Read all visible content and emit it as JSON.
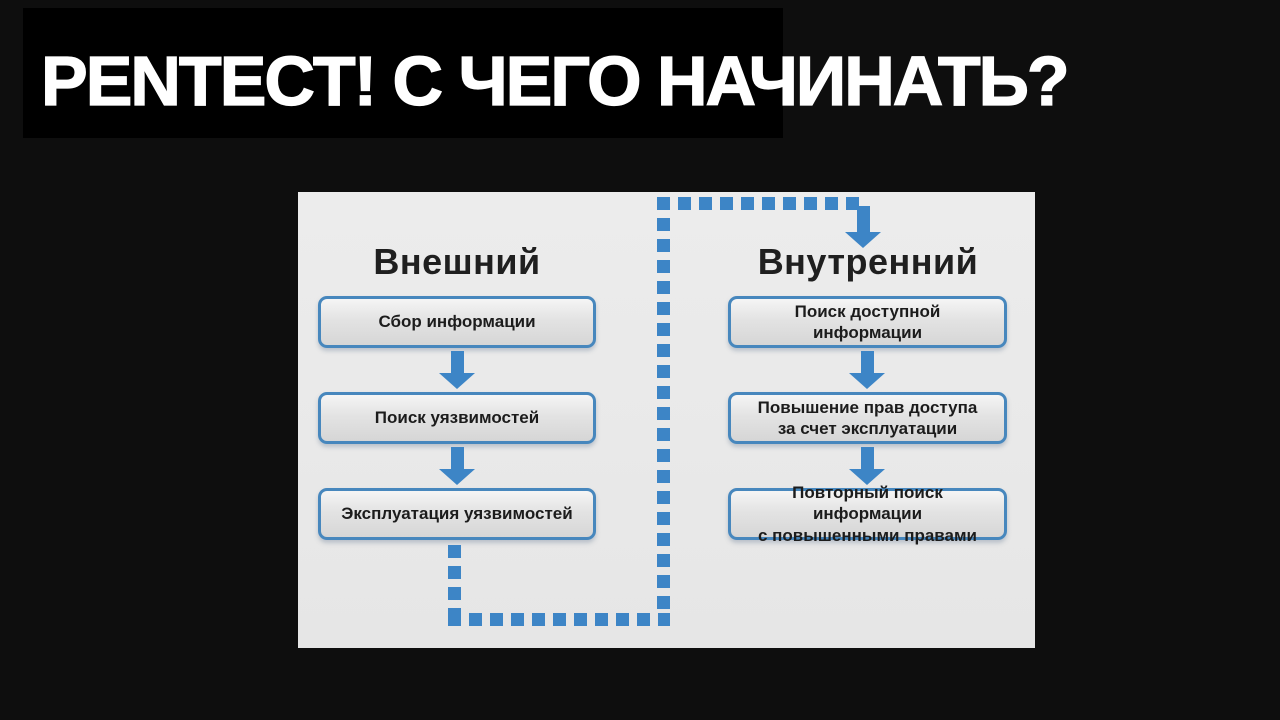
{
  "title": "PENTECT! С ЧЕГО НАЧИНАТЬ?",
  "diagram": {
    "columns": [
      {
        "header": "Внешний",
        "boxes": [
          "Сбор информации",
          "Поиск уязвимостей",
          "Эксплуатация уязвимостей"
        ]
      },
      {
        "header": "Внутренний",
        "boxes": [
          "Поиск доступной информации",
          "Повышение прав доступа\nза счет эксплуатации",
          "Повторный поиск информации\nс повышенными правами"
        ]
      }
    ]
  },
  "icons": {
    "arrow_down": "▼",
    "dashed_connector": "square-dash path"
  },
  "theme": {
    "accent": "#3d85c6",
    "box-border": "#4787bd",
    "panel-bg": "#e9e9e9",
    "page-bg": "#0e0e0e",
    "band-bg": "#000000",
    "title-color": "#ffffff",
    "text-dark": "#1c1c1c",
    "header-color": "#1f1f1f"
  }
}
